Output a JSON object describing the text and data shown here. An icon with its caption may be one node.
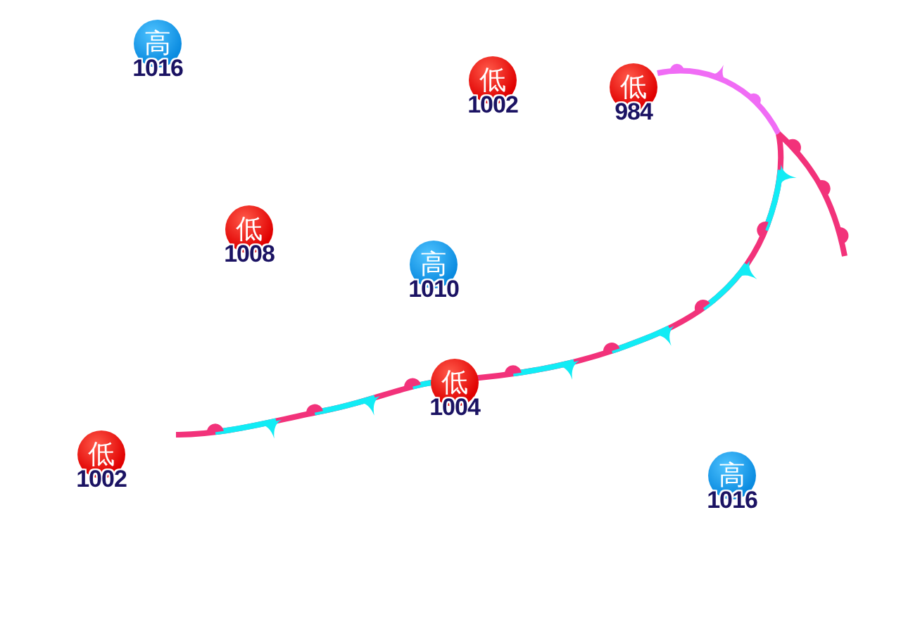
{
  "diagram": {
    "nodes": [
      {
        "text": [
          "高"
        ],
        "beside": [
          "1016"
        ]
      },
      {
        "text": [
          "低"
        ],
        "beside": [
          "1002"
        ]
      },
      {
        "text": [
          "低"
        ],
        "beside": [
          "984"
        ]
      },
      {
        "text": [
          "低"
        ],
        "beside": [
          "1008"
        ]
      },
      {
        "text": [
          "高"
        ],
        "beside": [
          "1010"
        ]
      },
      {
        "text": [
          "低"
        ],
        "beside": [
          "1004"
        ]
      },
      {
        "text": [
          "低"
        ],
        "beside": [
          "1002"
        ]
      },
      {
        "text": [
          "高"
        ],
        "beside": [
          "1016"
        ]
      }
    ]
  }
}
